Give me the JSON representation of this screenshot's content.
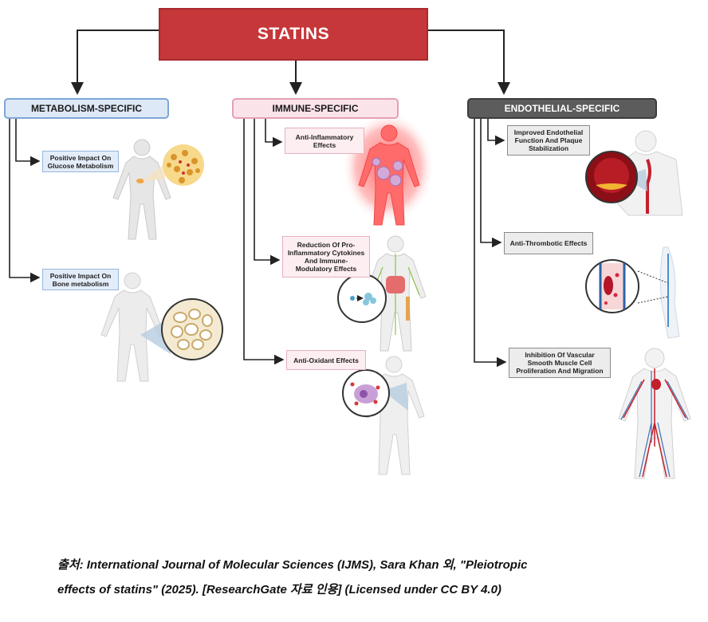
{
  "root": {
    "label": "STATINS"
  },
  "categories": {
    "metabolism": {
      "label": "METABOLISM-SPECIFIC",
      "color": "#7fa6d6",
      "items": [
        "Positive Impact On Glucose Metabolism",
        "Positive Impact On Bone metabolism"
      ]
    },
    "immune": {
      "label": "IMMUNE-SPECIFIC",
      "color": "#e3a0b4",
      "items": [
        "Anti-Inflammatory Effects",
        "Reduction Of Pro-Inflammatory Cytokines And Immune-Modulatory Effects",
        "Anti-Oxidant Effects"
      ]
    },
    "endothelial": {
      "label": "ENDOTHELIAL-SPECIFIC",
      "color": "#5c5c5c",
      "items": [
        "Improved Endothelial Function And Plaque Stabilization",
        "Anti-Thrombotic Effects",
        "Inhibition Of Vascular Smooth Muscle Cell Proliferation And Migration"
      ]
    }
  },
  "colors": {
    "root": "#c6373a",
    "arrow": "#222222",
    "body": "#d9d9d9",
    "inflammation": "#ff4d4d",
    "vessel": "#c41e2a"
  },
  "caption": {
    "line1": "출처: International Journal of Molecular Sciences (IJMS), Sara Khan 외, \"Pleiotropic",
    "line2": "effects of statins\" (2025). [ResearchGate 자료 인용] (Licensed under CC BY 4.0)"
  }
}
